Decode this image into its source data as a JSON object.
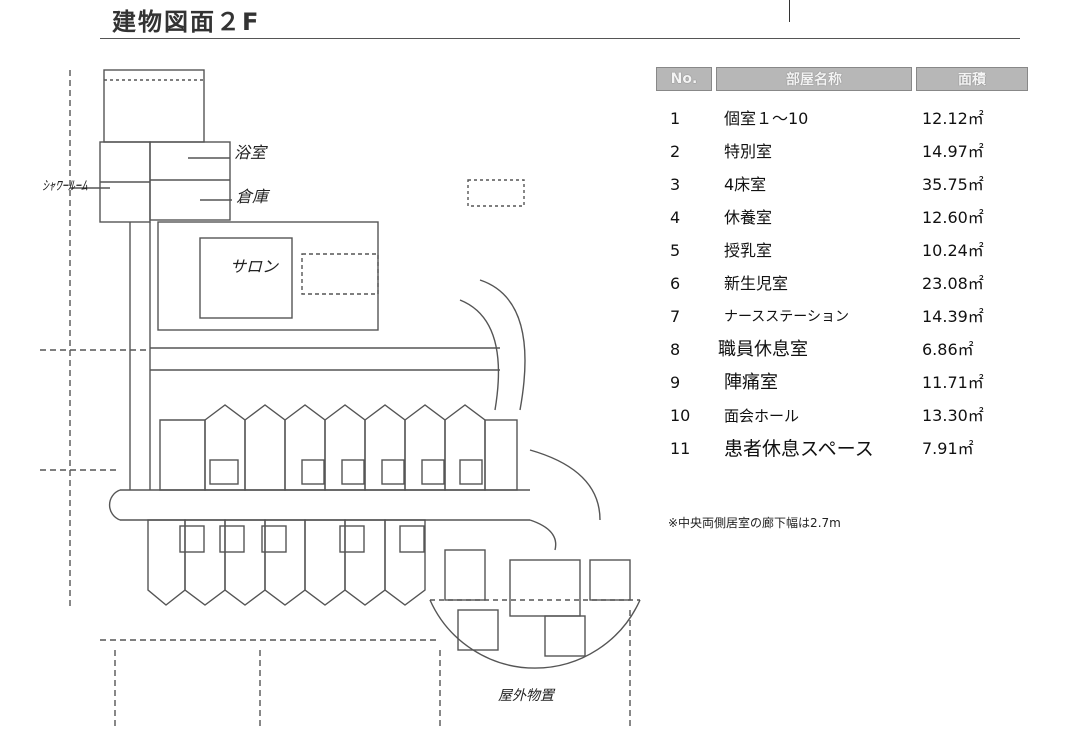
{
  "header": {
    "title": "建物図面２F"
  },
  "floorplan": {
    "annotations": {
      "shower": "ｼｬﾜｰﾙｰﾑ",
      "bath": "浴室",
      "warehouse": "倉庫",
      "salon": "サロン",
      "outdoor": "屋外物置"
    }
  },
  "table": {
    "headers": {
      "no": "No.",
      "name": "部屋名称",
      "area": "面積"
    },
    "rows": [
      {
        "no": "1",
        "name": "個室１～10",
        "area": "12.12㎡"
      },
      {
        "no": "2",
        "name": "特別室",
        "area": "14.97㎡"
      },
      {
        "no": "3",
        "name": "4床室",
        "area": "35.75㎡"
      },
      {
        "no": "4",
        "name": "休養室",
        "area": "12.60㎡"
      },
      {
        "no": "5",
        "name": "授乳室",
        "area": "10.24㎡"
      },
      {
        "no": "6",
        "name": "新生児室",
        "area": "23.08㎡"
      },
      {
        "no": "7",
        "name": "ナースステーション",
        "area": "14.39㎡"
      },
      {
        "no": "8",
        "name": "職員休息室",
        "area": "6.86㎡"
      },
      {
        "no": "9",
        "name": "陣痛室",
        "area": "11.71㎡"
      },
      {
        "no": "10",
        "name": "面会ホール",
        "area": "13.30㎡"
      },
      {
        "no": "11",
        "name": "患者休息スペース",
        "area": "7.91㎡"
      }
    ]
  },
  "note": "※中央両側居室の廊下幅は2.7m"
}
